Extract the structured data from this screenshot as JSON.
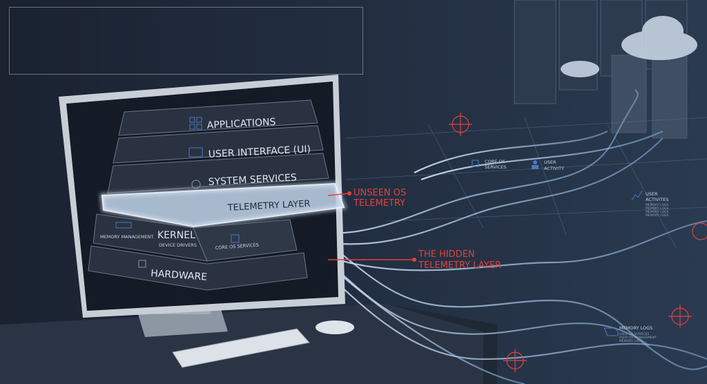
{
  "layers": {
    "applications": "APPLICATIONS",
    "user_interface": "USER INTERFACE (UI)",
    "system_services": "SYSTEM SERVICES",
    "telemetry": "TELEMETRY LAYER",
    "kernel": "KERNEL",
    "memory_management": "MEMORY MANAGEMENT",
    "device_drivers": "DEVICE DRIVERS",
    "core_os_services": "CORE OS SERVICES",
    "hardware": "HARDWARE"
  },
  "callouts": {
    "unseen_line1": "UNSEEN OS",
    "unseen_line2": "TELEMETRY",
    "hidden_line1": "THE HIDDEN",
    "hidden_line2": "TELEMETRY LAYER"
  },
  "network_labels": {
    "core_os_line1": "CORE OS",
    "core_os_line2": "SERVICES",
    "user_activity_line1": "USER",
    "user_activity_line2": "ACTIVITY",
    "user_activities_line1": "USER",
    "user_activities_line2": "ACTIVITES",
    "activities_details": [
      "MEMORY LOGS",
      "MEMORY LOGS",
      "MEMORY LOGS",
      "MEMORY LOGS"
    ],
    "memory_logs_title": "MEMORY LOGS",
    "memory_logs_details": [
      "USER OS SERVICES",
      "USER OS MANAGEMENT",
      "MEMORY LOGS"
    ]
  },
  "colors": {
    "accent_red": "#e0413d",
    "glow": "#cfe6ff",
    "background": "#1b2535"
  }
}
